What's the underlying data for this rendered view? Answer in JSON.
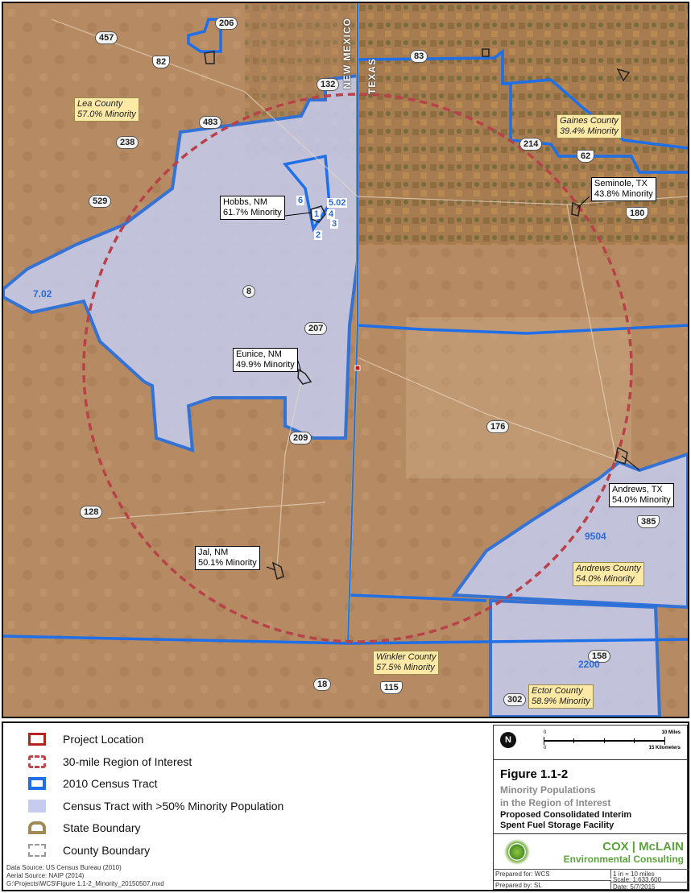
{
  "map": {
    "roads": [
      "457",
      "206",
      "82",
      "83",
      "132",
      "483",
      "238",
      "529",
      "214",
      "62",
      "180",
      "8",
      "207",
      "209",
      "176",
      "128",
      "385",
      "158",
      "18",
      "115",
      "302"
    ],
    "state_labels": {
      "nm": "NEW MEXICO",
      "tx": "TEXAS"
    },
    "county_labels": {
      "lea": {
        "name": "Lea County",
        "pct": "57.0% Minority"
      },
      "gaines": {
        "name": "Gaines County",
        "pct": "39.4% Minority"
      },
      "andrews": {
        "name": "Andrews County",
        "pct": "54.0% Minority"
      },
      "winkler": {
        "name": "Winkler County",
        "pct": "57.5% Minority"
      },
      "ector": {
        "name": "Ector County",
        "pct": "58.9% Minority"
      }
    },
    "city_callouts": {
      "hobbs": {
        "name": "Hobbs, NM",
        "pct": "61.7% Minority"
      },
      "seminole": {
        "name": "Seminole, TX",
        "pct": "43.8% Minority"
      },
      "eunice": {
        "name": "Eunice, NM",
        "pct": "49.9% Minority"
      },
      "andrews": {
        "name": "Andrews, TX",
        "pct": "54.0% Minority"
      },
      "jal": {
        "name": "Jal, NM",
        "pct": "50.1% Minority"
      }
    },
    "tract_numbers": [
      "6",
      "5.02",
      "1",
      "4",
      "3",
      "2",
      "7.02",
      "9504",
      "2200"
    ]
  },
  "legend": {
    "items": [
      "Project Location",
      "30-mile Region of Interest",
      "2010 Census Tract",
      "Census Tract with >50% Minority Population",
      "State Boundary",
      "County Boundary"
    ],
    "sources": [
      "Data Source: US Census Bureau (2010)",
      "Aerial Source: NAIP (2014)",
      "G:\\Projects\\WCS\\Figure 1.1-2_Minority_20150507.mxd"
    ]
  },
  "scale": {
    "zero_top": "0",
    "miles": "10 Miles",
    "zero_bottom": "0",
    "km": "15 Kilometers"
  },
  "figure": {
    "number": "Figure 1.1-2",
    "sub1": "Minority Populations",
    "sub2": "in the Region of Interest",
    "desc1": "Proposed Consolidated Interim",
    "desc2": "Spent Fuel Storage Facility",
    "company": "COX | McLAIN",
    "company_sub": "Environmental Consulting",
    "prepared_for": "Prepared for: WCS",
    "scale_ratio": "1 in = 10 miles",
    "scale_text": "Scale: 1:633,600",
    "prepared_by": "Prepared by: SL",
    "date": "Date: 5/7/2015"
  },
  "colors": {
    "tract_border": "#1e6fe8",
    "minority_fill": "#c5ccf0",
    "region_circle": "#b8424a",
    "project": "#c0201b"
  }
}
